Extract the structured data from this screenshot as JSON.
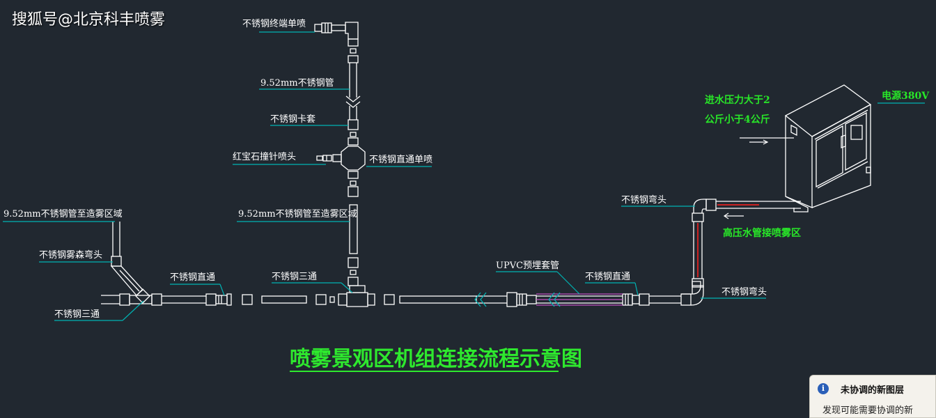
{
  "watermark": "搜狐号@北京科丰喷雾",
  "title": "喷雾景观区机组连接流程示意图",
  "labels": {
    "end_nozzle": "不锈钢终端单喷",
    "pipe_952": "9.52mm不锈钢管",
    "ferrule": "不锈钢卡套",
    "ruby_nozzle": "红宝石撞针喷头",
    "straight_nozzle": "不锈钢直通单喷",
    "pipe_to_zone_1": "9.52mm不锈钢管至造雾区域",
    "pipe_to_zone_2": "9.52mm不锈钢管至造雾区域",
    "elbow_left": "不锈钢雾森弯头",
    "straight_1": "不锈钢直通",
    "tee_1": "不锈钢三通",
    "tee_2": "不锈钢三通",
    "upvc": "UPVC预埋套管",
    "straight_2": "不锈钢直通",
    "elbow_top": "不锈钢弯头",
    "elbow_bottom": "不锈钢弯头",
    "water_pressure_1": "进水压力大于2",
    "water_pressure_2": "公斤小于4公斤",
    "power": "电源380V",
    "hp_pipe": "高压水管接喷雾区"
  },
  "notice": {
    "icon": "info-icon",
    "title": "未协调的新图层",
    "text": "发现可能需要协调的新"
  },
  "colors": {
    "background": "#212830",
    "lines": "#ffffff",
    "leaders": "#00b3b3",
    "accent_green": "#28e628",
    "hp_line": "#cc2222",
    "sleeve": "#c050c0"
  }
}
